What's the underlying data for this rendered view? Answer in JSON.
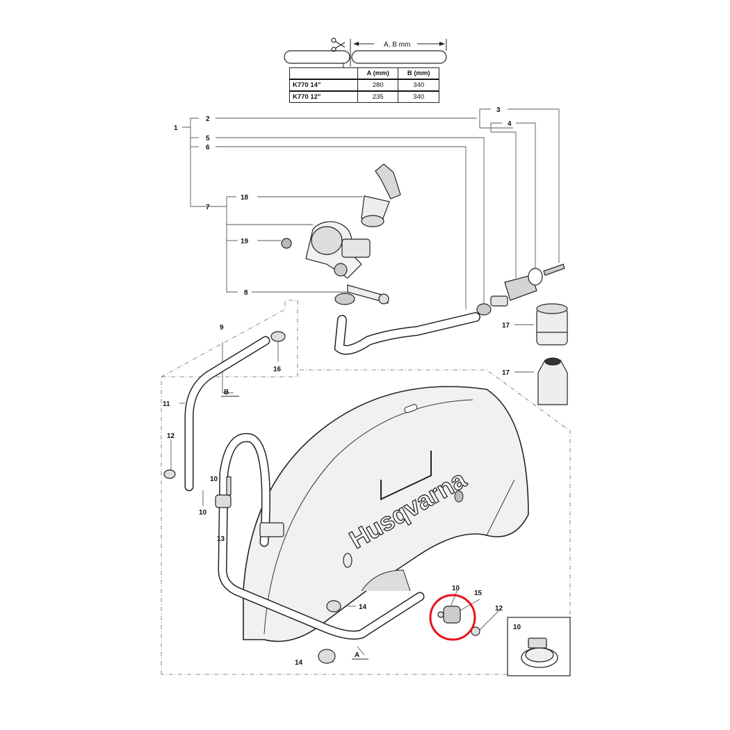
{
  "cut_length": {
    "dimension_label": "A, B mm",
    "table": {
      "headers": [
        "",
        "A (mm)",
        "B (mm)"
      ],
      "rows": [
        {
          "model": "K770 14\"",
          "a": "280",
          "b": "340"
        },
        {
          "model": "K770 12\"",
          "a": "235",
          "b": "340"
        }
      ]
    }
  },
  "brand_text": "Husqvarna",
  "hose_markers": [
    "A",
    "B"
  ],
  "inset": {
    "label": "10"
  },
  "callouts": {
    "c1": "1",
    "c2": "2",
    "c3": "3",
    "c4": "4",
    "c5": "5",
    "c6": "6",
    "c7": "7",
    "c8": "8",
    "c9": "9",
    "c10a": "10",
    "c10b": "10",
    "c10c": "10",
    "c11": "11",
    "c12a": "12",
    "c12b": "12",
    "c13": "13",
    "c14a": "14",
    "c14b": "14",
    "c15": "15",
    "c16": "16",
    "c17a": "17",
    "c17b": "17",
    "c18": "18",
    "c19": "19"
  },
  "highlight": {
    "color": "#e8101a"
  }
}
